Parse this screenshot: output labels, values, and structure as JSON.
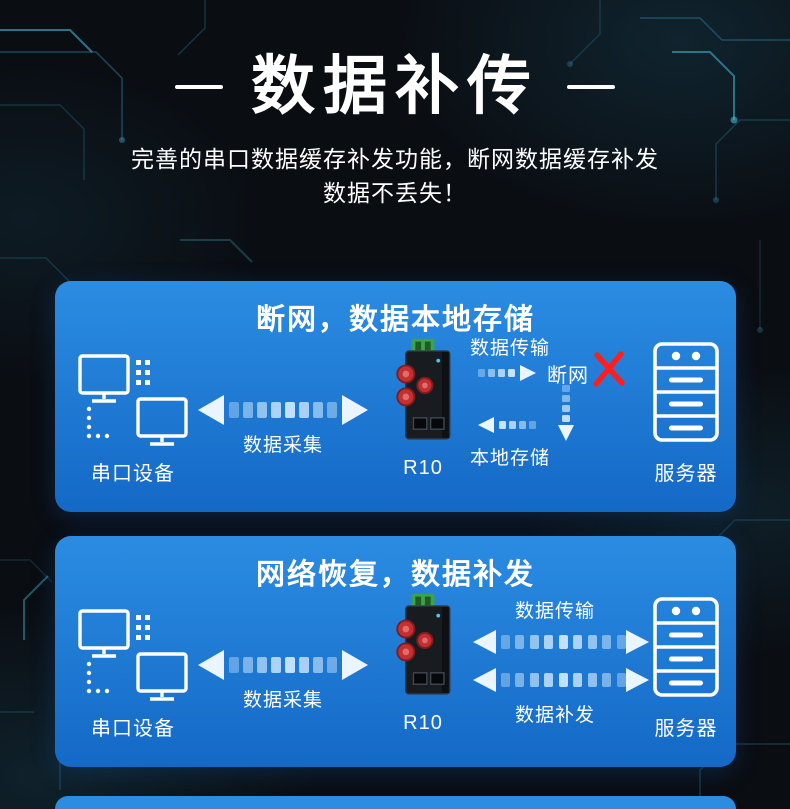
{
  "header": {
    "title": "数据补传",
    "subtitle_line1": "完善的串口数据缓存补发功能，断网数据缓存补发",
    "subtitle_line2": "数据不丢失！"
  },
  "panel1": {
    "title": "断网，数据本地存储",
    "serial_device_label": "串口设备",
    "collect_label": "数据采集",
    "device_label": "R10",
    "transfer_label": "数据传输",
    "disconnect_label": "断网",
    "local_store_label": "本地存储",
    "server_label": "服务器"
  },
  "panel2": {
    "title": "网络恢复，数据补发",
    "serial_device_label": "串口设备",
    "collect_label": "数据采集",
    "device_label": "R10",
    "transfer_label": "数据传输",
    "resend_label": "数据补发",
    "server_label": "服务器"
  },
  "colors": {
    "panel_top": "#2b8ce2",
    "panel_bottom": "#1469c6",
    "arrow_light": "#cfe9ff",
    "fail_red": "#ff1e1e",
    "background": "#0a0d12"
  }
}
